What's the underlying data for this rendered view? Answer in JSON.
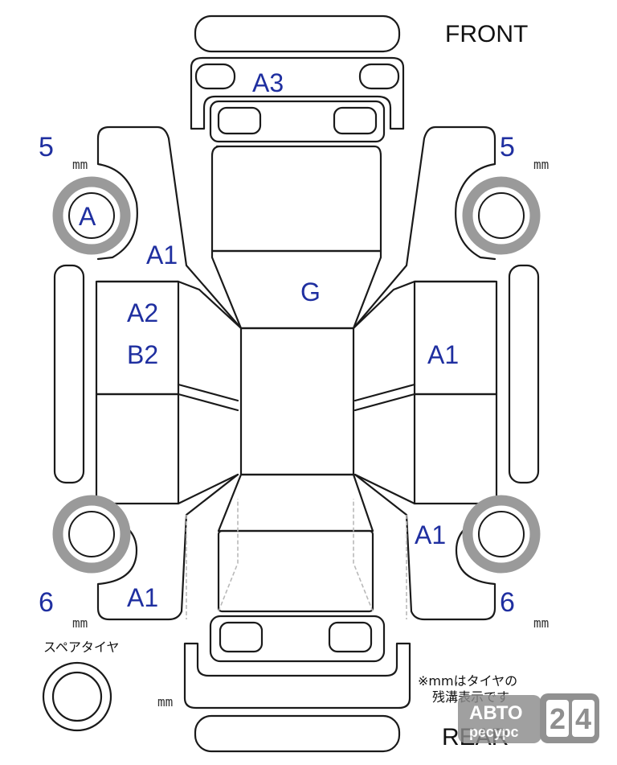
{
  "labels": {
    "front": "FRONT",
    "rear": "REAR",
    "spare_tire": "スペアタイヤ",
    "note_line1": "※mmはタイヤの",
    "note_line2": "残溝表示です"
  },
  "tread_depth": {
    "front_left": "5",
    "front_right": "5",
    "rear_left": "6",
    "rear_right": "6",
    "unit": "mm"
  },
  "damage_codes": {
    "front_bumper": "A3",
    "front_left_wheel": "A",
    "front_left_fender": "A1",
    "hood": "G",
    "left_front_door_1": "A2",
    "left_front_door_2": "B2",
    "right_front_door": "A1",
    "right_rear_quarter": "A1",
    "left_rear_quarter": "A1"
  },
  "watermark": {
    "brand_top": "АВТО",
    "brand_bottom": "ресурс",
    "digit_1": "2",
    "digit_2": "4"
  }
}
